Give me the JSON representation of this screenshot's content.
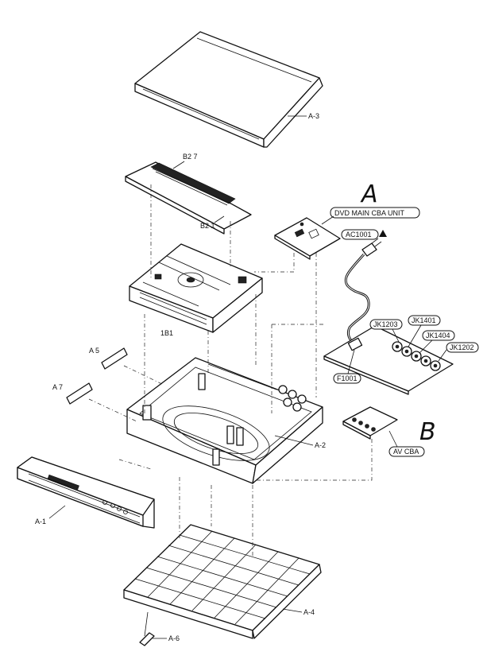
{
  "diagram": {
    "part_labels": {
      "a3": "A-3",
      "b27": "B2 7",
      "b21": "B2 1",
      "p1b1": "1B1",
      "a5": "A 5",
      "a7": "A 7",
      "a2": "A-2",
      "a1": "A-1",
      "a4": "A-4",
      "a6": "A-6"
    },
    "section_letters": {
      "a": "A",
      "b": "B"
    },
    "callouts": {
      "dvd_main": "DVD MAIN CBA UNIT",
      "ac1001": "AC1001",
      "jk1203": "JK1203",
      "jk1401": "JK1401",
      "jk1404": "JK1404",
      "jk1202": "JK1202",
      "f1001": "F1001",
      "av_cba": "AV CBA"
    }
  }
}
